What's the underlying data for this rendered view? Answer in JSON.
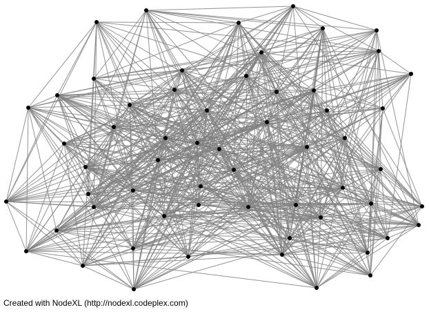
{
  "credit_text": "Created with NodeXL (http://nodexl.codeplex.com)",
  "colors": {
    "background": "#ffffff",
    "edge": "#808080",
    "node": "#000000",
    "text": "#000000"
  },
  "graph": {
    "node_count": 59,
    "layout": "dense force-directed network"
  }
}
